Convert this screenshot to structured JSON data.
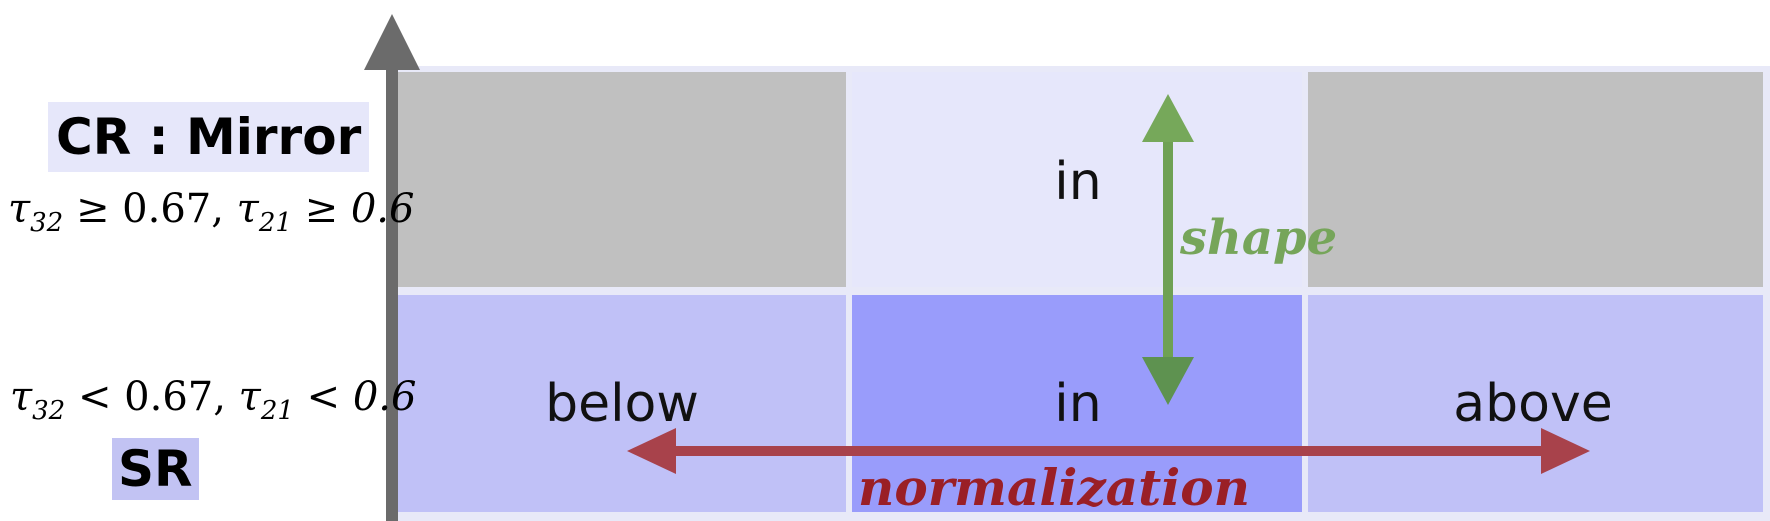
{
  "rows": {
    "top": {
      "title": "CR : Mirror",
      "condition": {
        "tau32_var": "τ",
        "tau32_sub": "32",
        "tau32_op": " ≥ 0.67, ",
        "tau21_var": "τ",
        "tau21_sub": "21",
        "tau21_op": " ≥ ",
        "tau21_val": "0.6"
      }
    },
    "bottom": {
      "title": "SR",
      "condition": {
        "tau32_var": "τ",
        "tau32_sub": "32",
        "tau32_op": " < 0.67, ",
        "tau21_var": "τ",
        "tau21_sub": "21",
        "tau21_op": " < ",
        "tau21_val": "0.6"
      }
    }
  },
  "cells": {
    "top_middle": "in",
    "bottom_left": "below",
    "bottom_middle": "in",
    "bottom_right": "above"
  },
  "arrows": {
    "shape": "shape",
    "normalization": "normalization"
  },
  "colors": {
    "gray_cell": "#c0c0c0",
    "light_cell": "#e6e7fb",
    "mid_cell": "#c0c1f7",
    "dark_cell": "#999cfb",
    "shape_arrow": "#6fa154",
    "normalization_arrow": "#a8424b",
    "axis": "#6b6b6b"
  }
}
